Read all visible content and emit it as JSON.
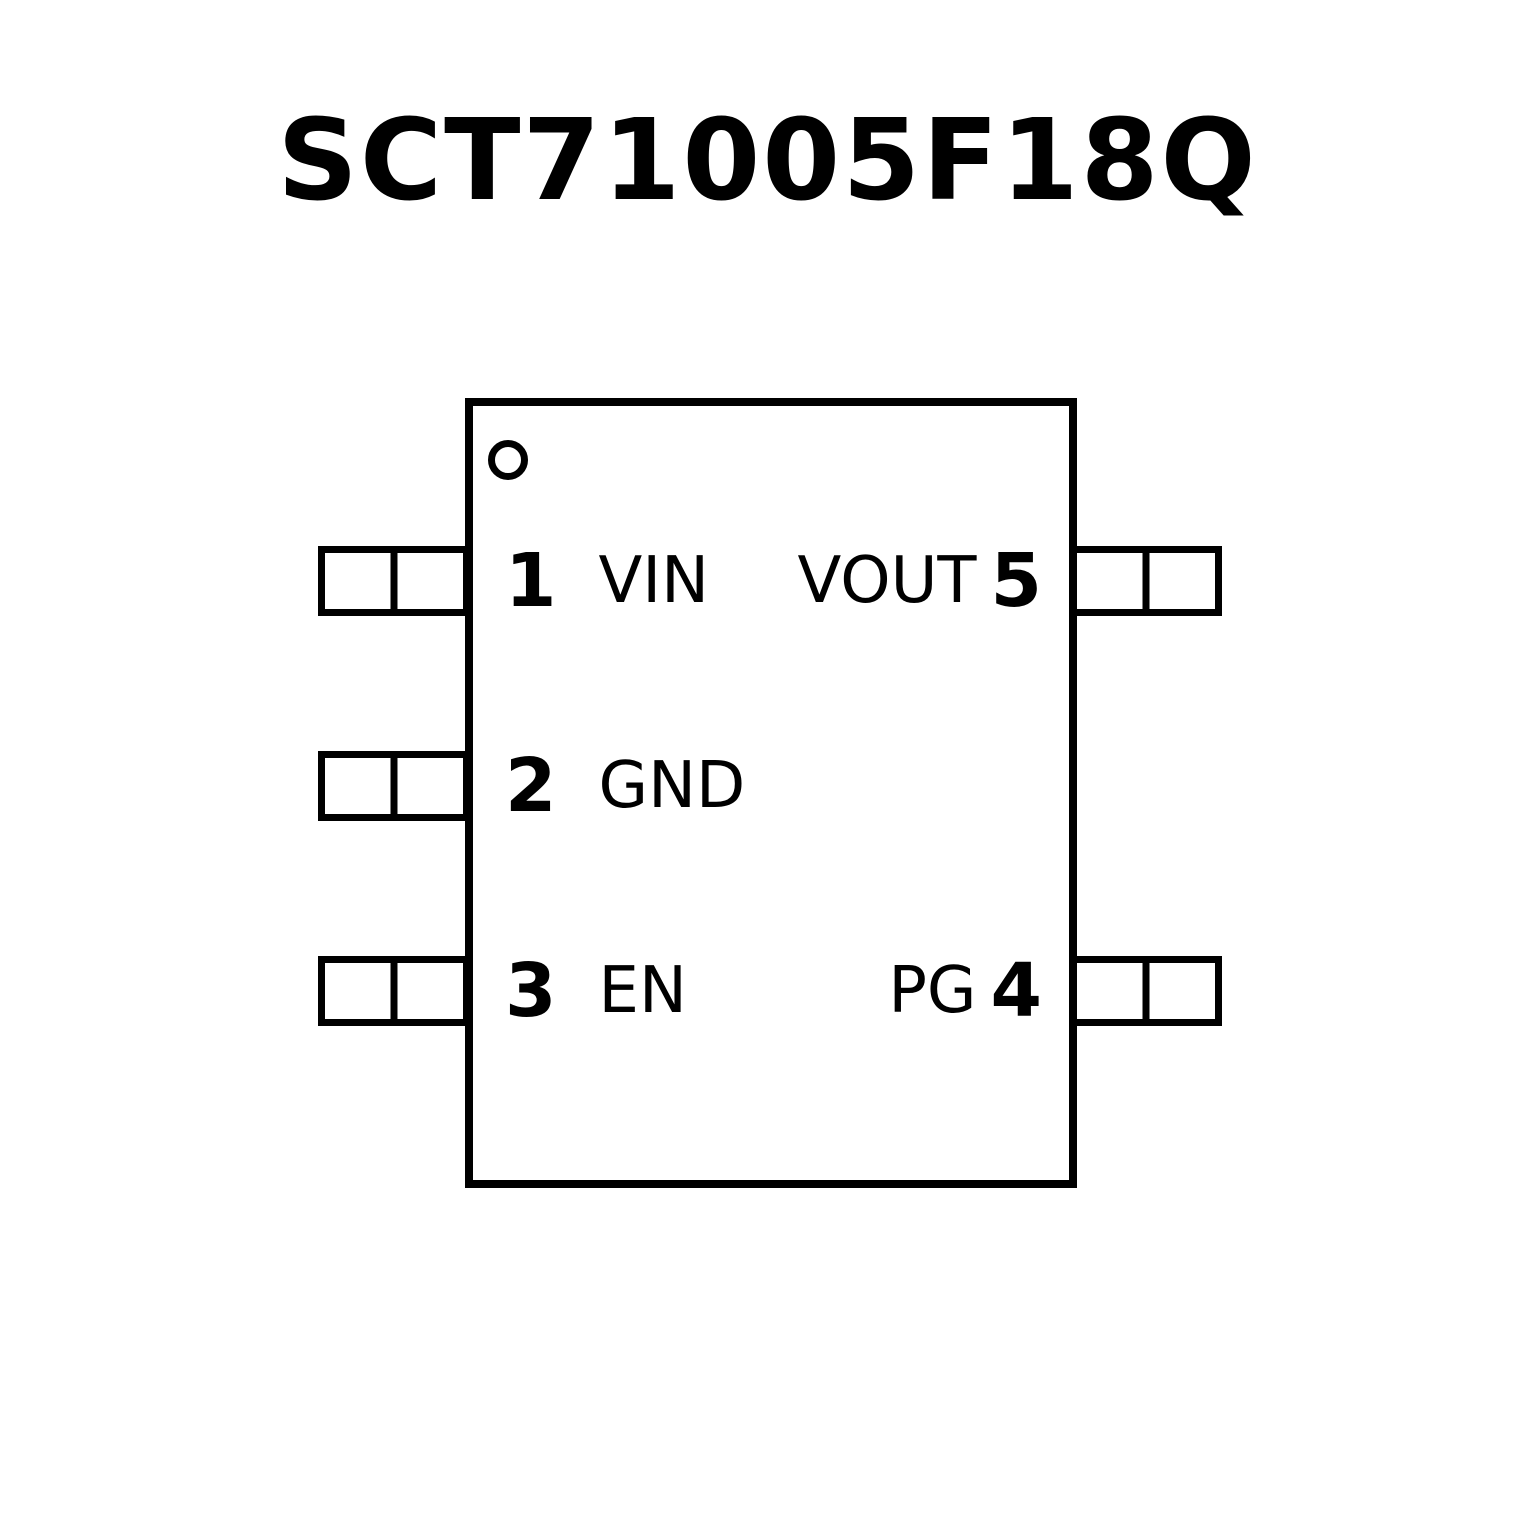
{
  "title": "SCT71005F18Q",
  "diagram": {
    "type": "ic-pinout",
    "package_pin_count": 5,
    "pins": {
      "pin1": {
        "number": "1",
        "name": "VIN",
        "side": "left",
        "row": "top"
      },
      "pin2": {
        "number": "2",
        "name": "GND",
        "side": "left",
        "row": "middle"
      },
      "pin3": {
        "number": "3",
        "name": "EN",
        "side": "left",
        "row": "bottom"
      },
      "pin4": {
        "number": "4",
        "name": "PG",
        "side": "right",
        "row": "bottom"
      },
      "pin5": {
        "number": "5",
        "name": "VOUT",
        "side": "right",
        "row": "top"
      }
    }
  },
  "colors": {
    "line": "#000000",
    "background": "#ffffff"
  }
}
